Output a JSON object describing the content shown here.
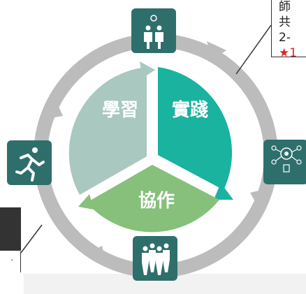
{
  "segments": {
    "learn": {
      "label": "學習",
      "color": "#a9c8bf"
    },
    "practice": {
      "label": "實踐",
      "color": "#19b3a0"
    },
    "collaborate": {
      "label": "協作",
      "color": "#86c07b"
    }
  },
  "ring_color": "#bcbcbc",
  "icon_tile_color": "#2e6f6c",
  "icons": {
    "top": "two-people-idea-icon",
    "left": "running-person-icon",
    "right": "team-lightbulb-icon",
    "bottom": "group-people-icon"
  },
  "callout_top": {
    "lines": [
      "師",
      "共",
      "2-"
    ],
    "star_text": "★1",
    "star_color": "#e0251b"
  },
  "dot_box": {
    "text": "."
  }
}
